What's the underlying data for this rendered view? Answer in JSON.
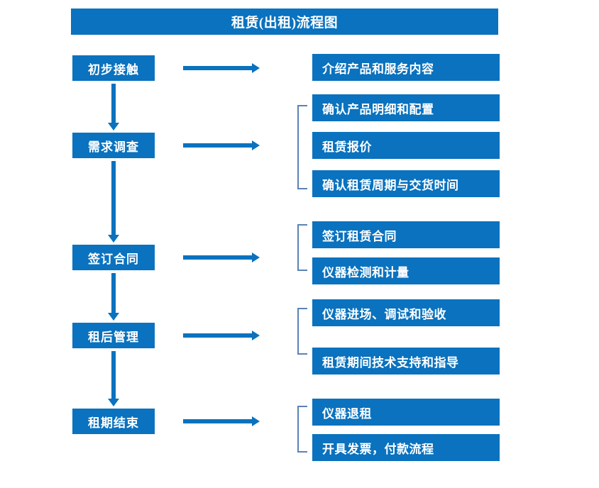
{
  "diagram": {
    "title": "租赁(出租)流程图",
    "accent_color": "#0a72be",
    "bracket_color": "#5b83b3",
    "background_color": "#ffffff",
    "text_color": "#ffffff"
  },
  "stages": [
    {
      "label": "初步接触"
    },
    {
      "label": "需求调查"
    },
    {
      "label": "签订合同"
    },
    {
      "label": "租后管理"
    },
    {
      "label": "租期结束"
    }
  ],
  "details": [
    {
      "label": "介绍产品和服务内容"
    },
    {
      "label": "确认产品明细和配置"
    },
    {
      "label": "租赁报价"
    },
    {
      "label": "确认租赁周期与交货时间"
    },
    {
      "label": "签订租赁合同"
    },
    {
      "label": "仪器检测和计量"
    },
    {
      "label": "仪器进场、调试和验收"
    },
    {
      "label": "租赁期间技术支持和指导"
    },
    {
      "label": "仪器退租"
    },
    {
      "label": "开具发票，付款流程"
    }
  ]
}
